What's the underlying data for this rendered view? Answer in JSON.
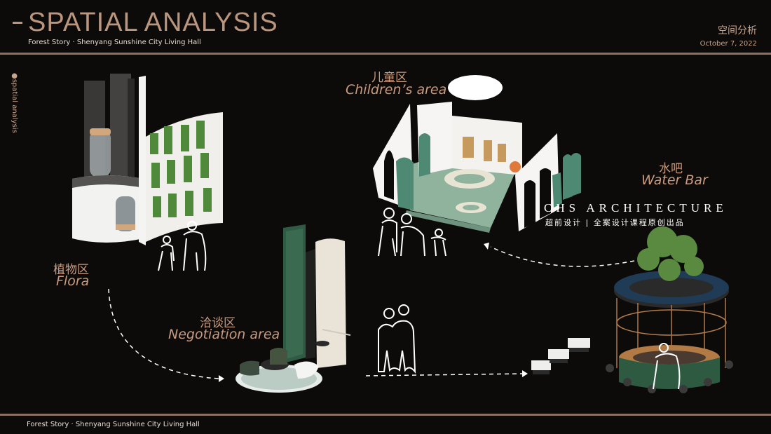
{
  "header": {
    "title": "SPATIAL ANALYSIS",
    "subtitle": "Forest Story  ·  Shenyang Sunshine City Living Hall",
    "title_cn": "空间分析",
    "date": "October 7, 2022"
  },
  "side_label": "●spatial analysis",
  "zones": {
    "flora": {
      "cn": "植物区",
      "en": "Flora"
    },
    "negotiation": {
      "cn": "洽谈区",
      "en": "Negotiation area"
    },
    "children": {
      "cn": "儿童区",
      "en": "Children’s area"
    },
    "water_bar": {
      "cn": "水吧",
      "en": "Water Bar"
    }
  },
  "watermark": {
    "brand": "CHS ARCHITECTURE",
    "tagline": "超前设计 | 全案设计课程原创出品"
  },
  "footer": "Forest Story  ·  Shenyang Sunshine City Living Hall",
  "colors": {
    "background": "#0d0b0a",
    "accent": "#b9967d",
    "rule": "#8d7060",
    "moss": "#4f8a3a",
    "teal": "#4e8a73"
  }
}
